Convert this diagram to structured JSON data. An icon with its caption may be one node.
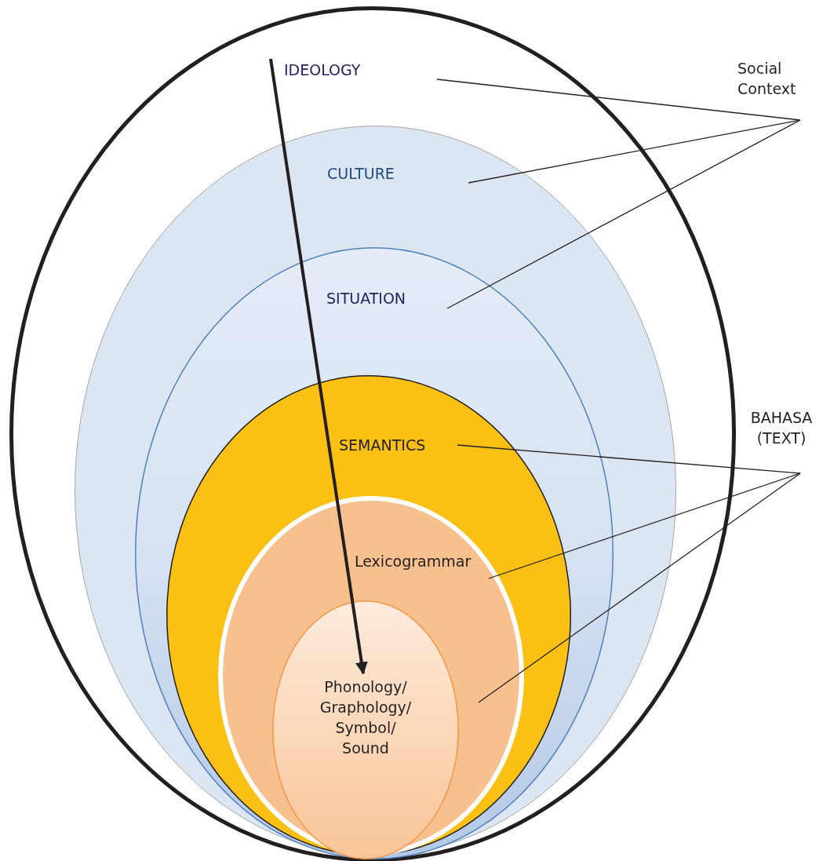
{
  "diagram": {
    "nodes": [
      {
        "text": [
          "IDEOLOGY"
        ]
      },
      {
        "text": [
          "CULTURE"
        ],
        "in": 0
      },
      {
        "text": [
          "SITUATION"
        ],
        "in": 1
      },
      {
        "text": [
          "SEMANTICS"
        ],
        "in": 2
      },
      {
        "text": [
          "Lexicogrammar"
        ],
        "in": 3
      },
      {
        "text": [
          "Phonology/ Graphology/ Symbol/ Sound"
        ],
        "in": 4
      },
      {
        "text": [
          "Social Context"
        ]
      },
      {
        "text": [
          "BAHASA (TEXT)"
        ]
      }
    ],
    "edges": [
      {
        "from": 6,
        "to": 0,
        "arrow": "none"
      },
      {
        "from": 6,
        "to": 1,
        "arrow": "none"
      },
      {
        "from": 6,
        "to": 2,
        "arrow": "none"
      },
      {
        "from": 7,
        "to": 3,
        "arrow": "none"
      },
      {
        "from": 7,
        "to": 4,
        "arrow": "none"
      },
      {
        "from": 7,
        "to": 5,
        "arrow": "none"
      },
      {
        "from": 0,
        "to": 5,
        "arrow": "to",
        "style": "thick"
      }
    ]
  }
}
